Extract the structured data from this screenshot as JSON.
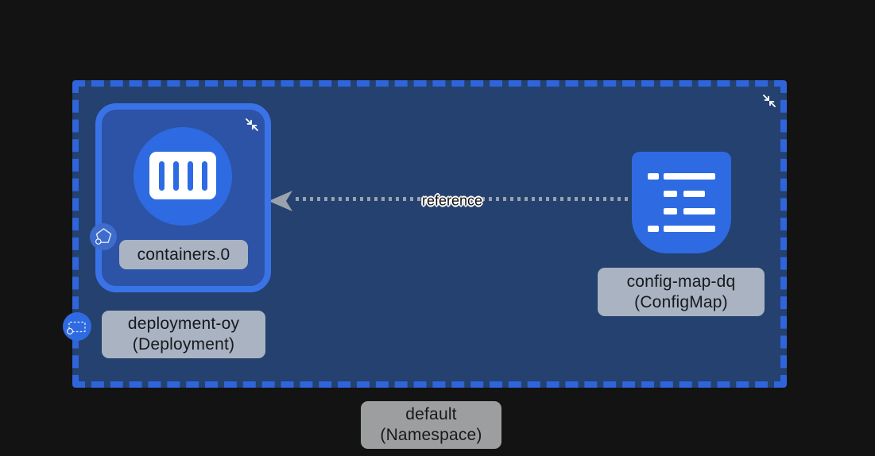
{
  "colors": {
    "background": "#131313",
    "namespace_fill": "#24416f",
    "namespace_border": "#2f64db",
    "node_fill": "#2d53a6",
    "node_border": "#3a73e8",
    "icon_blue": "#2e6be2",
    "pod_badge_fill": "#3e6ccd",
    "edge_gray": "#9aa2ad",
    "label_bg": "#a9b3c2",
    "namespace_label_bg": "#9d9ea0",
    "label_text": "#17191d"
  },
  "namespace": {
    "label_line1": "default",
    "label_line2": "(Namespace)"
  },
  "deployment": {
    "label_line1": "deployment-oy",
    "label_line2": "(Deployment)",
    "container_label": "containers.0"
  },
  "configmap": {
    "label_line1": "config-map-dq",
    "label_line2": "(ConfigMap)"
  },
  "edge": {
    "label": "reference"
  }
}
